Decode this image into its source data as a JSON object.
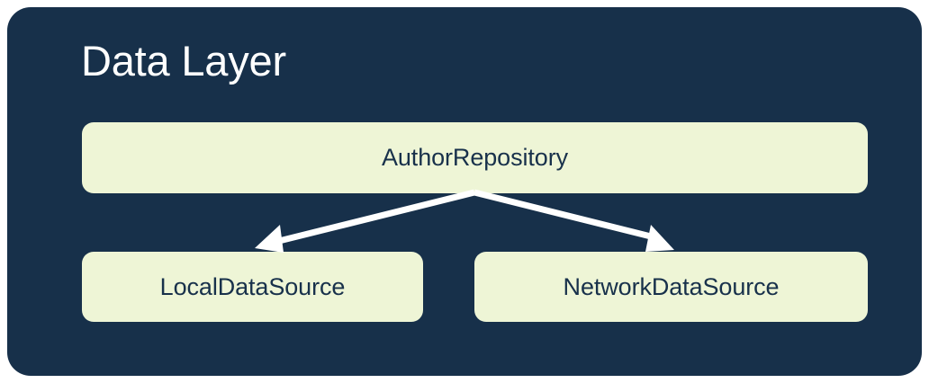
{
  "diagram": {
    "type": "architecture-layer-diagram",
    "title": "Data Layer",
    "colors": {
      "page_background": "#ffffff",
      "panel_background": "#17304a",
      "node_fill": "#eef5d6",
      "node_text": "#18314b",
      "title_text": "#ffffff",
      "connector": "#ffffff"
    },
    "nodes": [
      {
        "id": "author-repository",
        "label": "AuthorRepository",
        "role": "repository"
      },
      {
        "id": "local-data-source",
        "label": "LocalDataSource",
        "role": "data-source"
      },
      {
        "id": "network-data-source",
        "label": "NetworkDataSource",
        "role": "data-source"
      }
    ],
    "edges": [
      {
        "id": "edge-repo-to-local",
        "from": "author-repository",
        "to": "local-data-source",
        "style": "solid-arrow",
        "direction": "down-left"
      },
      {
        "id": "edge-repo-to-network",
        "from": "author-repository",
        "to": "network-data-source",
        "style": "solid-arrow",
        "direction": "down-right"
      }
    ]
  }
}
